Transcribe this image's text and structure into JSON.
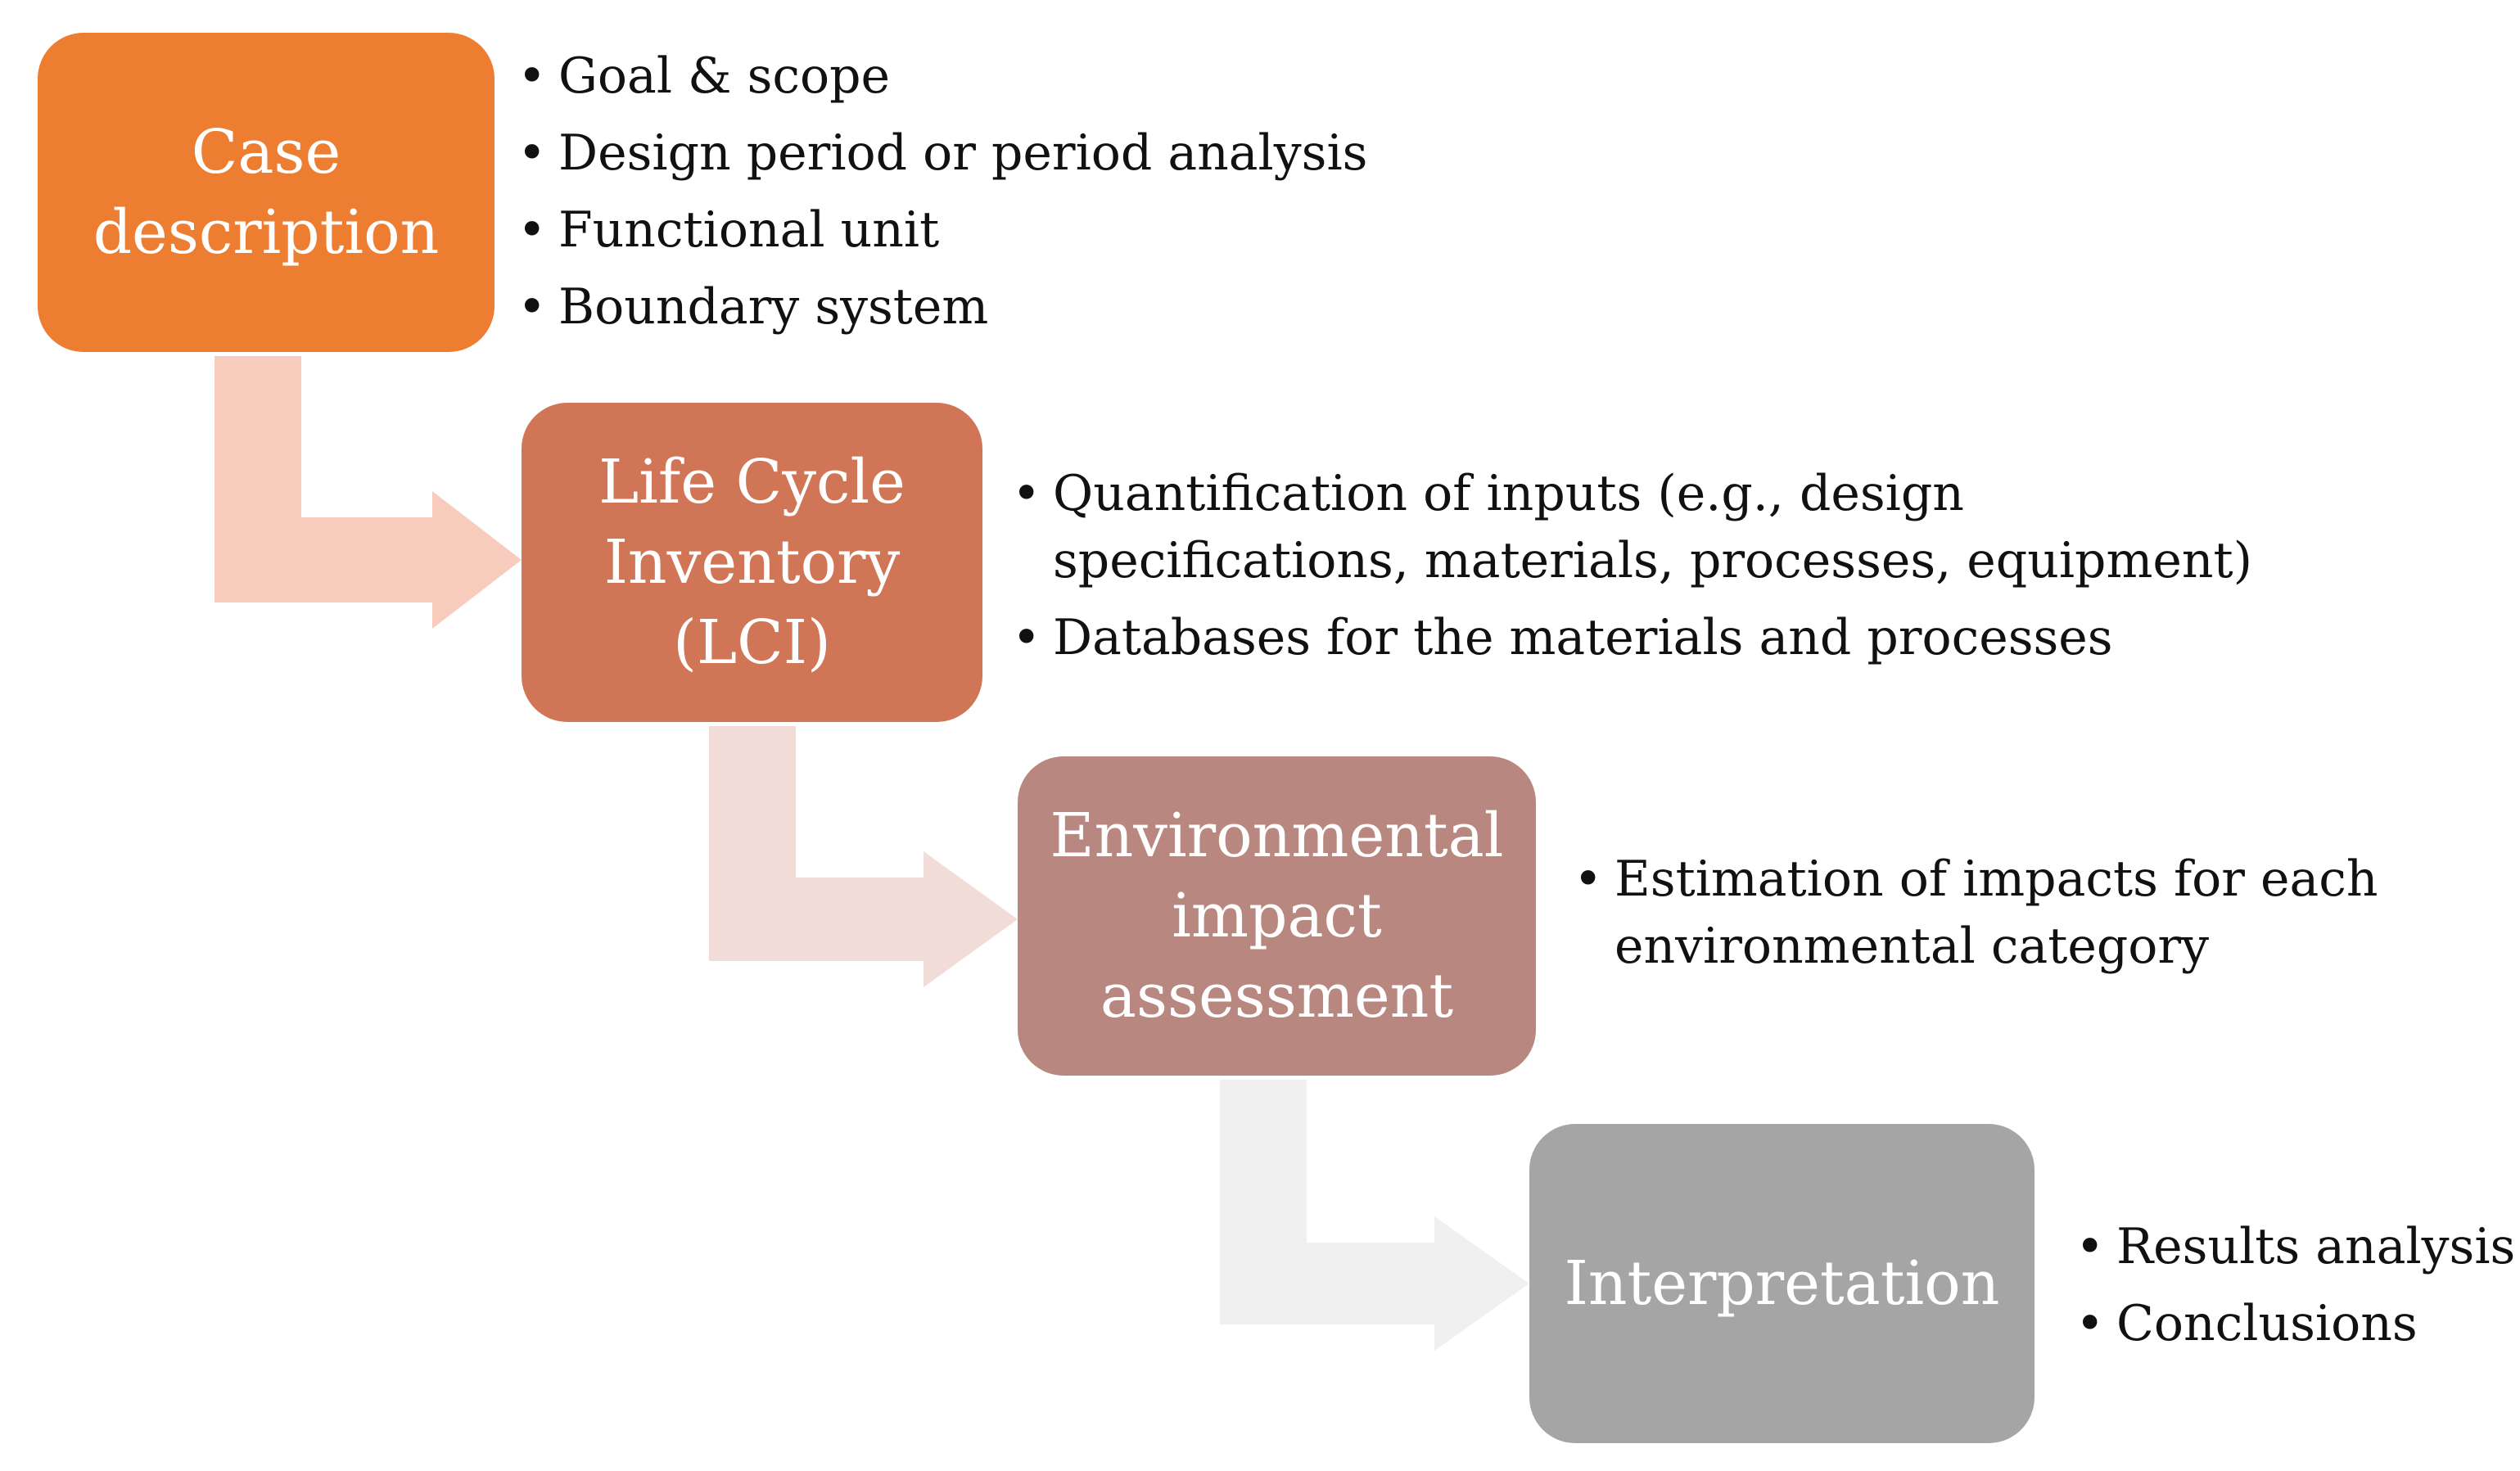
{
  "colors": {
    "case": "#ED7D31",
    "lci": "#D07556",
    "eia": "#B88880",
    "interpretation": "#A5A5A5",
    "arrow1": "#F8CCBC",
    "arrow2": "#F1DCD8",
    "arrow3": "#F0F0F0",
    "bullet_text": "#111111"
  },
  "stages": [
    {
      "label": "Case\ndescription",
      "bullets": [
        "Goal & scope",
        "Design period or period analysis",
        "Functional unit",
        "Boundary system"
      ]
    },
    {
      "label": "Life Cycle\nInventory\n(LCI)",
      "bullets": [
        "Quantification of inputs (e.g., design\nspecifications, materials, processes, equipment)",
        "Databases for the materials and processes"
      ]
    },
    {
      "label": "Environmental\nimpact\nassessment",
      "bullets": [
        "Estimation of impacts for each\nenvironmental category"
      ]
    },
    {
      "label": "Interpretation",
      "bullets": [
        "Results analysis",
        "Conclusions"
      ]
    }
  ],
  "bullet_glyph": "•"
}
